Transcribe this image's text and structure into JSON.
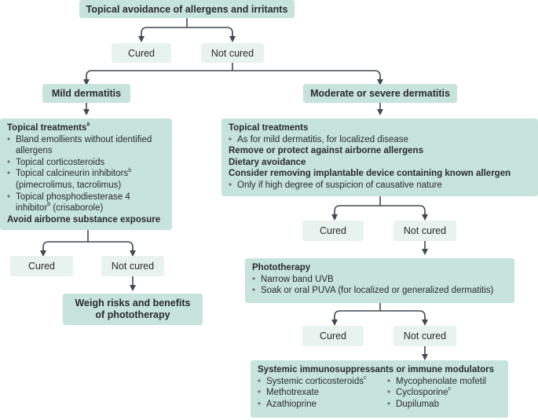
{
  "top": {
    "label": "Topical avoidance of allergens and irritants"
  },
  "outcomes": {
    "cured": "Cured",
    "not_cured": "Not cured"
  },
  "mild": {
    "label": "Mild dermatitis",
    "title": "Topical treatments",
    "title_sup": "a",
    "items": [
      {
        "text": "Bland emollients without identified allergens",
        "sup": ""
      },
      {
        "text": "Topical corticosteroids",
        "sup": ""
      },
      {
        "text": "Topical calcineurin inhibitors",
        "sup": "b",
        "tail": "(pimecrolimus, tacrolimus)"
      },
      {
        "text": "Topical phosphodiesterase 4 inhibitor",
        "sup": "b",
        "tail": "(crisaborole)"
      }
    ],
    "footer": "Avoid airborne substance exposure",
    "next": "Weigh risks and benefits of phototherapy"
  },
  "severe": {
    "label": "Moderate or severe dermatitis",
    "title": "Topical treatments",
    "item1": "As for mild dermatitis, for localized disease",
    "h2": "Remove or protect against airborne allergens",
    "h3": "Dietary avoidance",
    "h4": "Consider removing implantable device containing known allergen",
    "item2": "Only if high degree of suspicion of causative nature"
  },
  "photo": {
    "title": "Phototherapy",
    "items": [
      "Narrow band UVB",
      "Soak or oral PUVA (for localized or generalized dermatitis)"
    ]
  },
  "systemic": {
    "title": "Systemic immunosuppressants or immune modulators",
    "col1": [
      {
        "text": "Systemic corticosteroids",
        "sup": "c"
      },
      {
        "text": "Methotrexate",
        "sup": ""
      },
      {
        "text": "Azathioprine",
        "sup": ""
      }
    ],
    "col2": [
      {
        "text": "Mycophenolate mofetil",
        "sup": ""
      },
      {
        "text": "Cyclosporine",
        "sup": "c"
      },
      {
        "text": "Dupilumab",
        "sup": ""
      }
    ]
  },
  "colors": {
    "box_dark": "#c6e3dc",
    "box_light": "#e8f2ef",
    "line": "#3e4a52",
    "text": "#2b2b2b"
  }
}
